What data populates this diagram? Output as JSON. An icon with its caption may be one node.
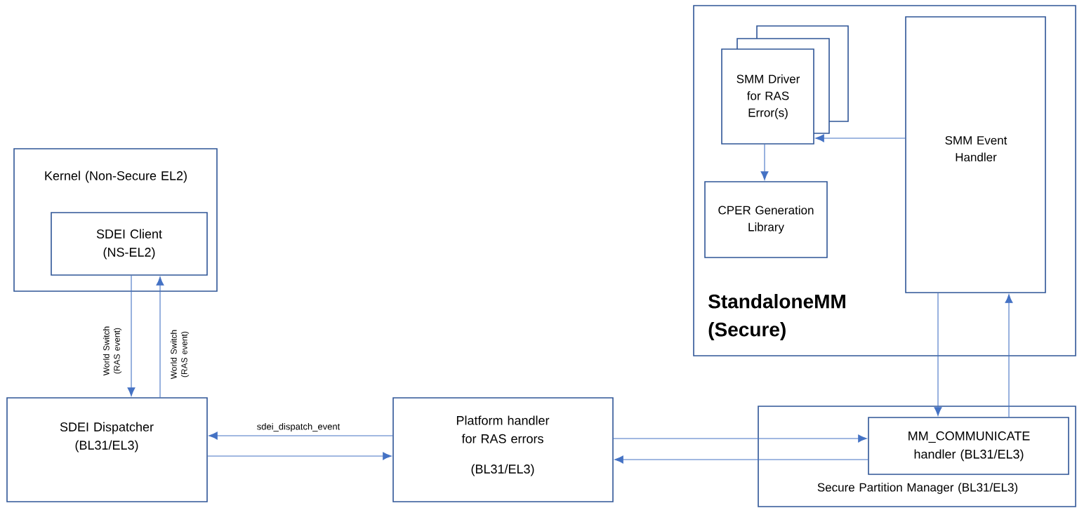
{
  "diagram": {
    "nodes": [
      {
        "text": [
          "Kernel (Non-Secure EL2)"
        ]
      },
      {
        "text": [
          "SDEI Client (NS-EL2)"
        ],
        "in": 0
      },
      {
        "text": [
          "SDEI Dispatcher (BL31/EL3)"
        ]
      },
      {
        "text": [
          "Platform handler for RAS errors",
          "(BL31/EL3)"
        ]
      },
      {
        "text": [
          "StandaloneMM (Secure)"
        ]
      },
      {
        "text": [
          "SMM Driver for RAS Error(s)"
        ],
        "in": 4
      },
      {
        "text": [
          "CPER Generation Library"
        ],
        "in": 4
      },
      {
        "text": [
          "SMM Event Handler"
        ],
        "in": 4
      },
      {
        "text": [
          "Secure Partition Manager (BL31/EL3)"
        ]
      },
      {
        "text": [
          "MM_COMMUNICATE handler (BL31/EL3)"
        ],
        "in": 8
      }
    ],
    "edges": [
      {
        "from": 1,
        "to": 2,
        "arrow": "to",
        "label": "World Switch (RAS event)"
      },
      {
        "from": 2,
        "to": 1,
        "arrow": "to",
        "label": "World Switch (RAS event)"
      },
      {
        "from": 3,
        "to": 2,
        "arrow": "to",
        "label": "sdei_dispatch_event"
      },
      {
        "from": 2,
        "to": 3,
        "arrow": "to"
      },
      {
        "from": 3,
        "to": 9,
        "arrow": "to"
      },
      {
        "from": 9,
        "to": 3,
        "arrow": "to"
      },
      {
        "from": 7,
        "to": 9,
        "arrow": "to"
      },
      {
        "from": 9,
        "to": 7,
        "arrow": "to"
      },
      {
        "from": 7,
        "to": 5,
        "arrow": "to"
      },
      {
        "from": 5,
        "to": 6,
        "arrow": "to"
      }
    ]
  }
}
